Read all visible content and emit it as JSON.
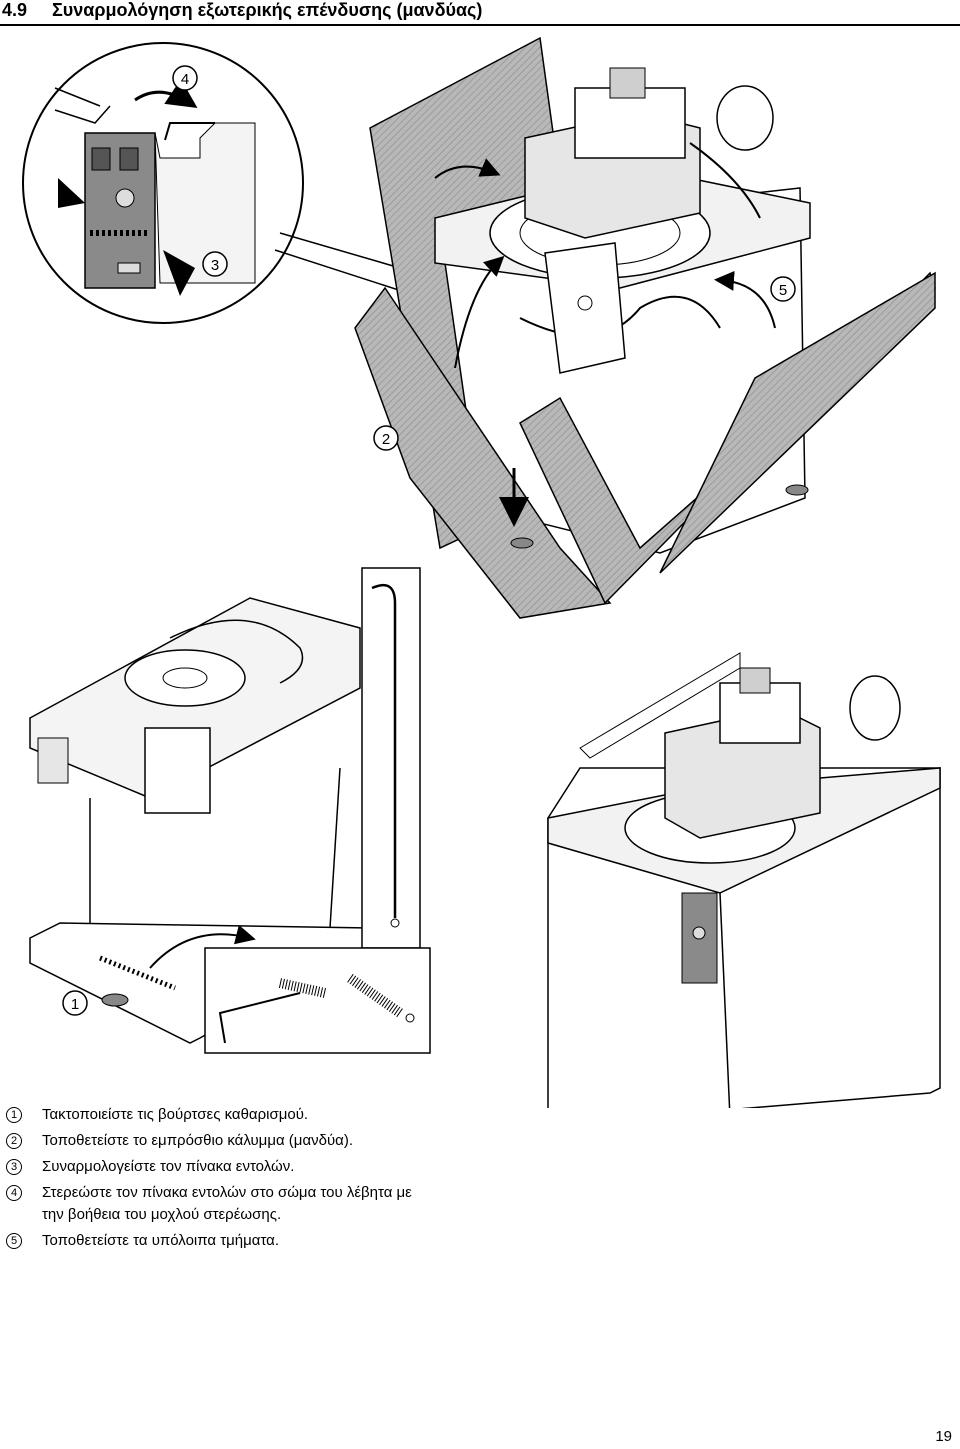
{
  "header": {
    "section_number": "4.9",
    "title": "Συναρμολόγηση εξωτερικής επένδυσης (μανδύας)"
  },
  "callouts": [
    "1",
    "2",
    "3",
    "4",
    "5"
  ],
  "steps": [
    {
      "marker": "1",
      "text": "Τακτοποιείστε τις βούρτσες καθαρισμού."
    },
    {
      "marker": "2",
      "text": "Τοποθετείστε το εμπρόσθιο κάλυμμα (μανδύα)."
    },
    {
      "marker": "3",
      "text": "Συναρμολογείστε τον πίνακα εντολών."
    },
    {
      "marker": "4",
      "text": "Στερεώστε τον πίνακα εντολών στο σώμα του λέβητα με",
      "text2": "την βοήθεια του μοχλού στερέωσης."
    },
    {
      "marker": "5",
      "text": "Τοποθετείστε τα υπόλοιπα τμήματα."
    }
  ],
  "page_number": "19"
}
